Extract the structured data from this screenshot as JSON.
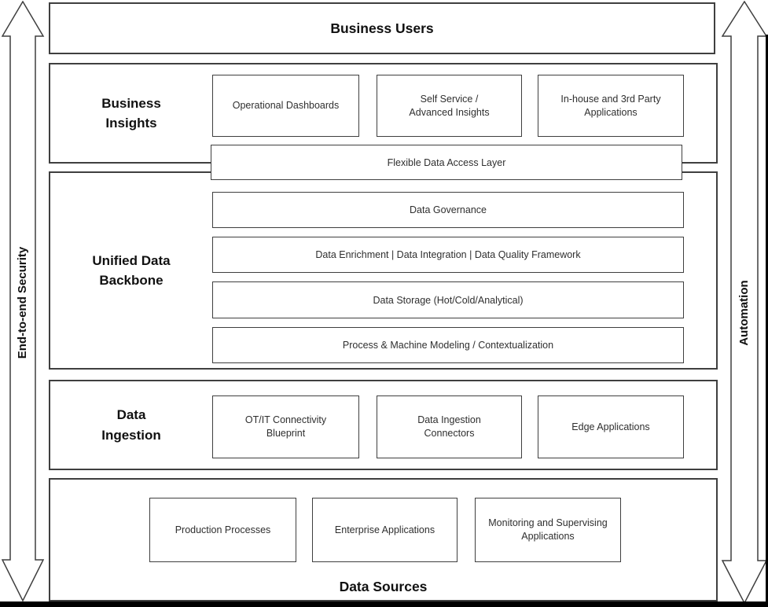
{
  "top_banner": {
    "label": "Business Users"
  },
  "arrows": {
    "left_label": "End-to-end Security",
    "right_label": "Automation"
  },
  "business_insights": {
    "label": "Business Insights",
    "boxes": [
      "Operational Dashboards",
      "Self Service /\nAdvanced Insights",
      "In-house and 3rd Party\nApplications"
    ]
  },
  "access_layer": {
    "label": "Flexible Data Access Layer"
  },
  "unified_backbone": {
    "label": "Unified Data Backbone",
    "rows": [
      "Data Governance",
      "Data Enrichment | Data Integration | Data Quality Framework",
      "Data Storage (Hot/Cold/Analytical)",
      "Process & Machine Modeling / Contextualization"
    ]
  },
  "data_ingestion": {
    "label": "Data Ingestion",
    "boxes": [
      "OT/IT Connectivity\nBlueprint",
      "Data Ingestion\nConnectors",
      "Edge Applications"
    ]
  },
  "data_sources": {
    "label": "Data Sources",
    "boxes": [
      "Production Processes",
      "Enterprise Applications",
      "Monitoring and Supervising\nApplications"
    ]
  },
  "colors": {
    "stroke": "#3f3f3f",
    "background": "#ffffff",
    "text": "#2f2f2f",
    "edge": "#000000"
  }
}
